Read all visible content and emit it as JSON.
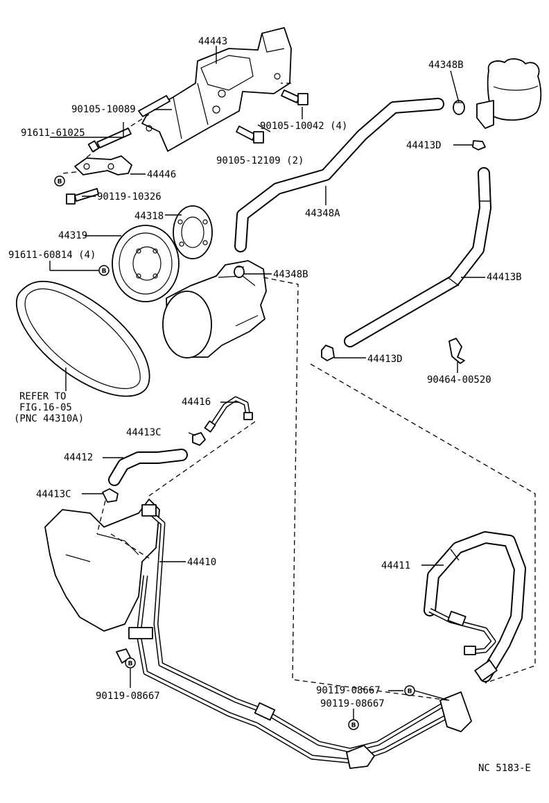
{
  "labels": {
    "p44443": "44443",
    "p90105_10089": "90105-10089",
    "p91611_61025": "91611-61025",
    "p44446": "44446",
    "p90119_10326": "90119-10326",
    "p90105_10042": "90105-10042 (4)",
    "p90105_12109": "90105-12109 (2)",
    "p44348B_top": "44348B",
    "p44413D_top": "44413D",
    "p44348A": "44348A",
    "p44318": "44318",
    "p44319": "44319",
    "p91611_60814": "91611-60814 (4)",
    "p44348B_mid": "44348B",
    "p44413B": "44413B",
    "p44413D_mid": "44413D",
    "p90464_00520": "90464-00520",
    "refer1": "REFER TO",
    "refer2": "FIG.16-05",
    "refer3": "(PNC 44310A)",
    "p44416": "44416",
    "p44413C_top": "44413C",
    "p44412": "44412",
    "p44413C_bot": "44413C",
    "p44410": "44410",
    "p44411": "44411",
    "p90119_08667_a": "90119-08667",
    "p90119_08667_b": "90119-08667",
    "p90119_08667_c": "90119-08667",
    "footer_code": "NC 5183-E"
  },
  "badge_letter": "B"
}
